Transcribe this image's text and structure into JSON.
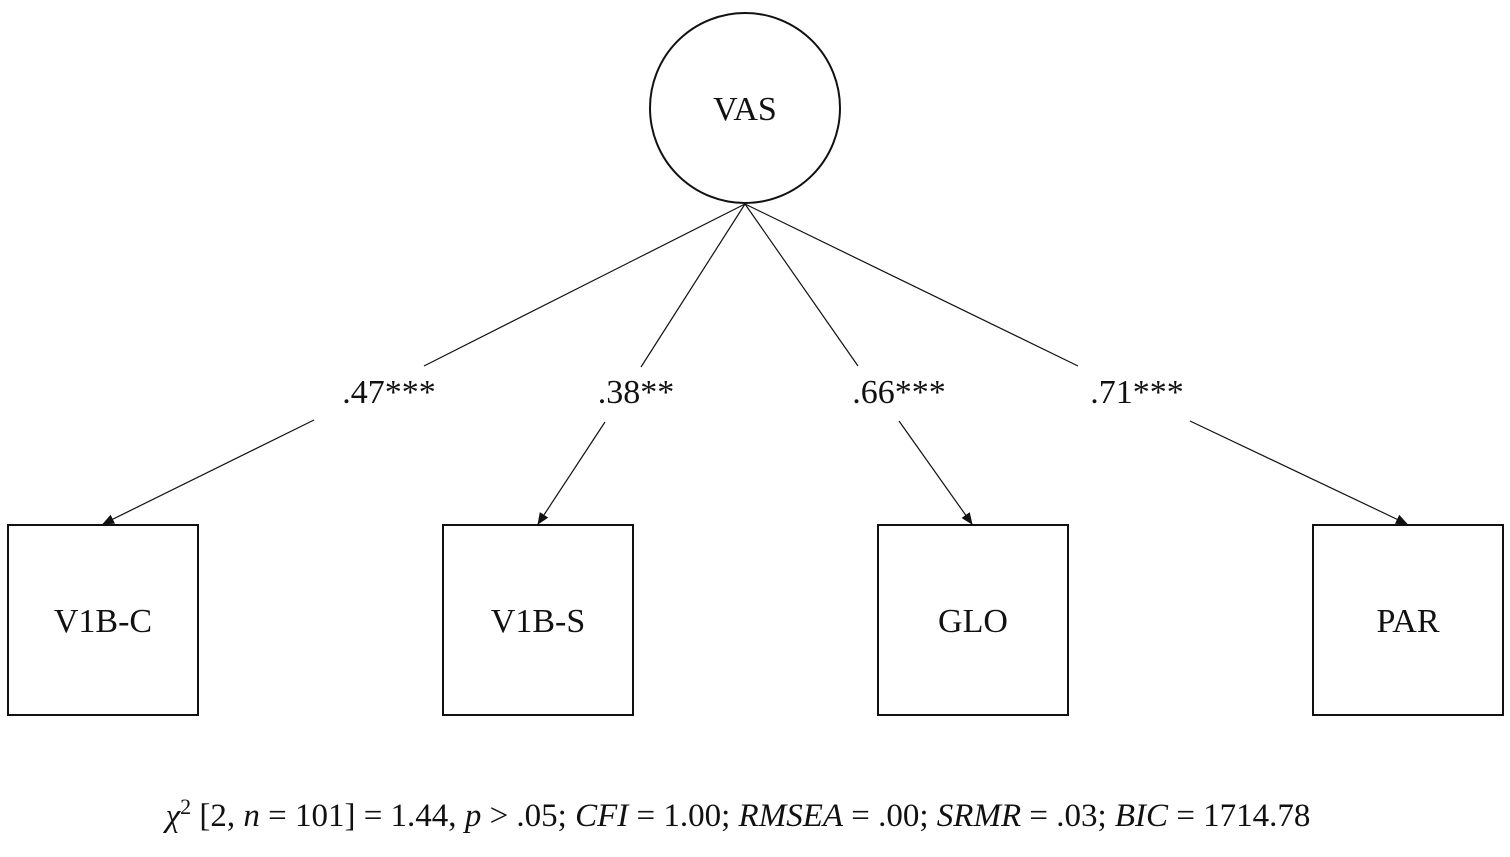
{
  "latent": {
    "label": "VAS"
  },
  "indicators": [
    {
      "label": "V1B-C",
      "loading": ".47***"
    },
    {
      "label": "V1B-S",
      "loading": ".38**"
    },
    {
      "label": "GLO",
      "loading": ".66***"
    },
    {
      "label": "PAR",
      "loading": ".71***"
    }
  ],
  "fit": {
    "chi": "χ",
    "chi_sup": "2",
    "df_open": " [2, ",
    "n_sym": "n",
    "n_val": " = 101] = 1.44, ",
    "p_sym": "p",
    "p_val": " > .05; ",
    "cfi_sym": "CFI",
    "cfi_val": " = 1.00; ",
    "rmsea_sym": "RMSEA",
    "rmsea_val": " = .00; ",
    "srmr_sym": "SRMR",
    "srmr_val": " = .03; ",
    "bic_sym": "BIC",
    "bic_val": " = 1714.78"
  }
}
